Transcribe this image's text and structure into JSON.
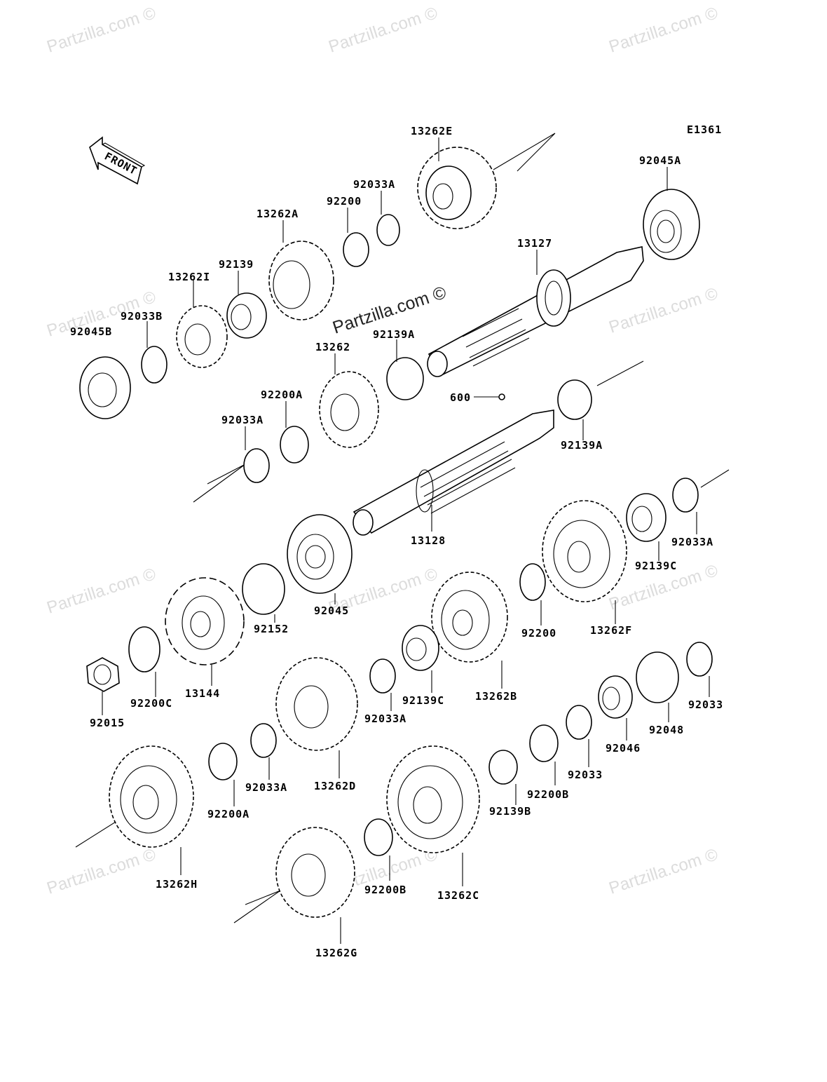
{
  "diagram": {
    "code": "E1361",
    "front_label": "FRONT",
    "watermark": "Partzilla.com ©",
    "labels": {
      "p13262E": "13262E",
      "p92045A": "92045A",
      "p92033A_top": "92033A",
      "p92200_top": "92200",
      "p13262A": "13262A",
      "p92139": "92139",
      "p13262I": "13262I",
      "p13127": "13127",
      "p92033B": "92033B",
      "p92045B": "92045B",
      "p92139A_top": "92139A",
      "p13262": "13262",
      "p92200A_top": "92200A",
      "p600": "600",
      "p92033A_left": "92033A",
      "p92139A_mid": "92139A",
      "p13128": "13128",
      "p92033A_right": "92033A",
      "p92139C_right": "92139C",
      "p13262F": "13262F",
      "p92045": "92045",
      "p92152": "92152",
      "p92200_mid": "92200",
      "p13144": "13144",
      "p92200C": "92200C",
      "p92015": "92015",
      "p92139C_mid": "92139C",
      "p13262B": "13262B",
      "p92033A_mid": "92033A",
      "p92033_right": "92033",
      "p92048": "92048",
      "p92046": "92046",
      "p92033_mid": "92033",
      "p92200B_right": "92200B",
      "p92139B": "92139B",
      "p13262D": "13262D",
      "p92033A_low": "92033A",
      "p92200A_low": "92200A",
      "p13262H": "13262H",
      "p13262C": "13262C",
      "p92200B_low": "92200B",
      "p13262G": "13262G"
    }
  }
}
